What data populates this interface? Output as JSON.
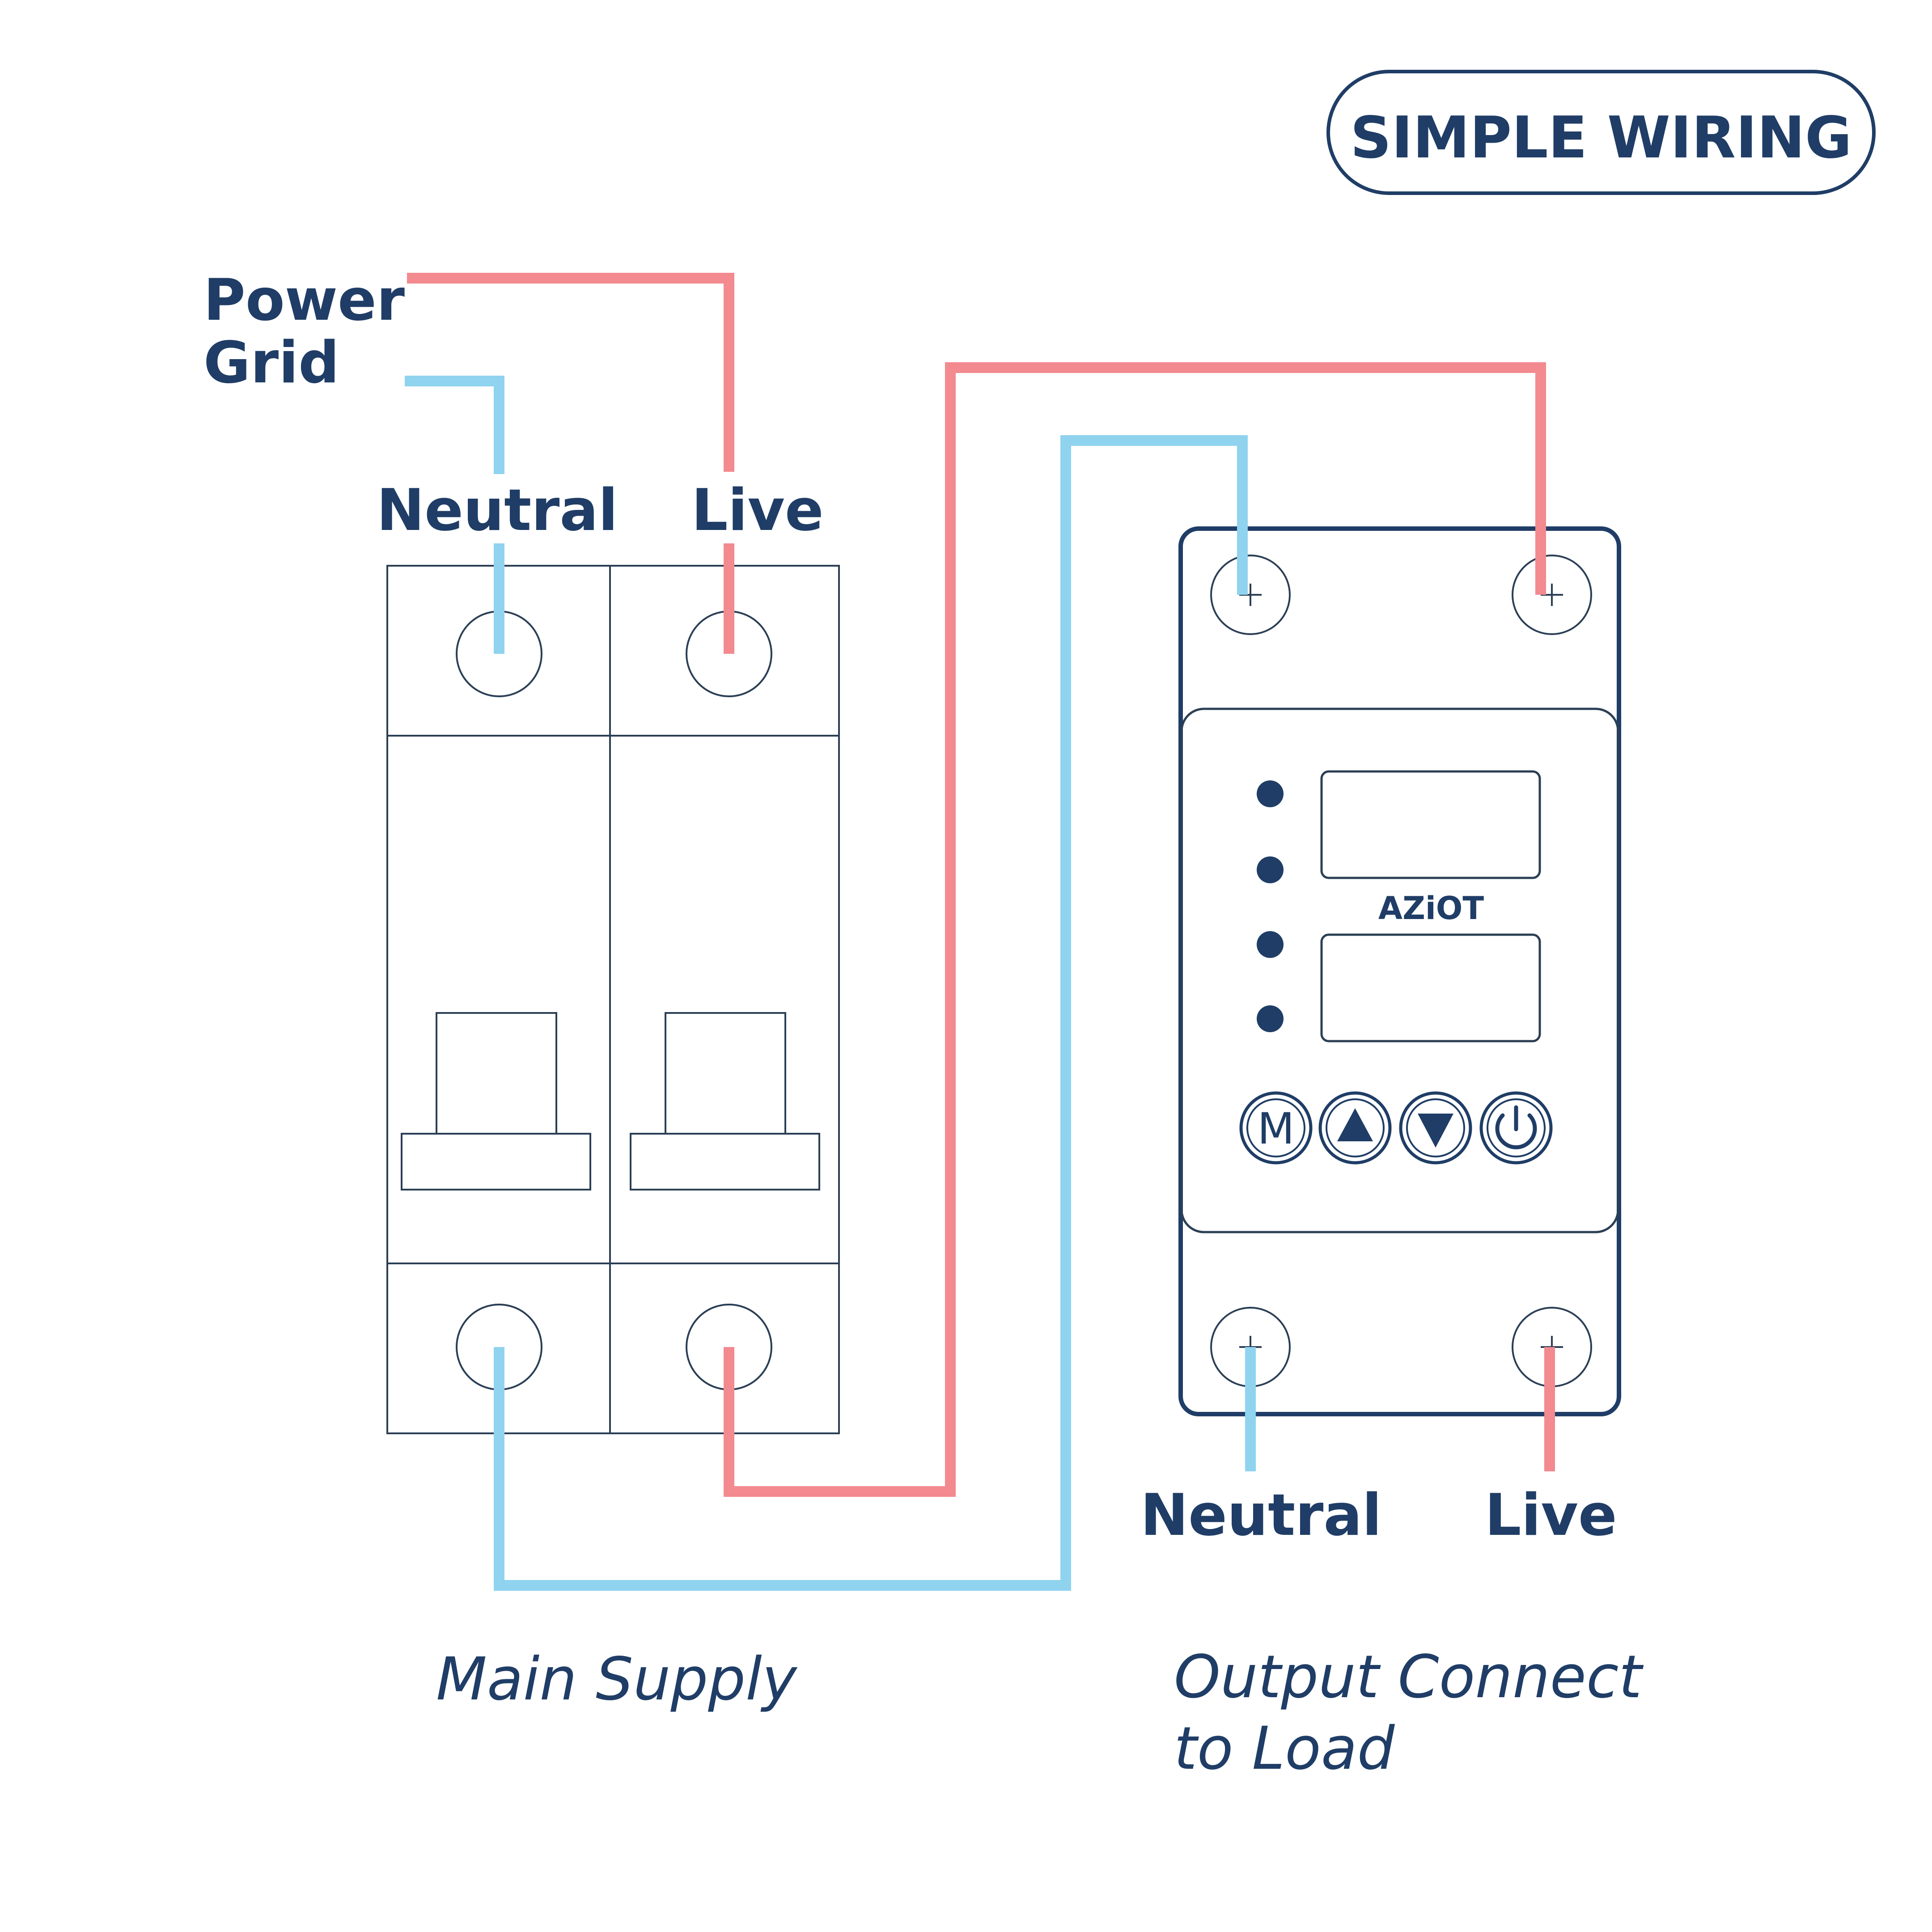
{
  "badge": {
    "text": "SIMPLE WIRING"
  },
  "power_grid": {
    "line1": "Power",
    "line2": "Grid"
  },
  "breaker": {
    "neutral_label": "Neutral",
    "live_label": "Live",
    "caption": "Main Supply"
  },
  "device": {
    "brand": "AZiOT",
    "buttons": {
      "mode": "M"
    },
    "neutral_label": "Neutral",
    "live_label": "Live",
    "caption_line1": "Output Connect",
    "caption_line2": "to Load"
  },
  "colors": {
    "live_wire": "#f28a8f",
    "neutral_wire": "#8fd3ef",
    "text": "#1f3d66",
    "outline": "#2b3f55"
  }
}
